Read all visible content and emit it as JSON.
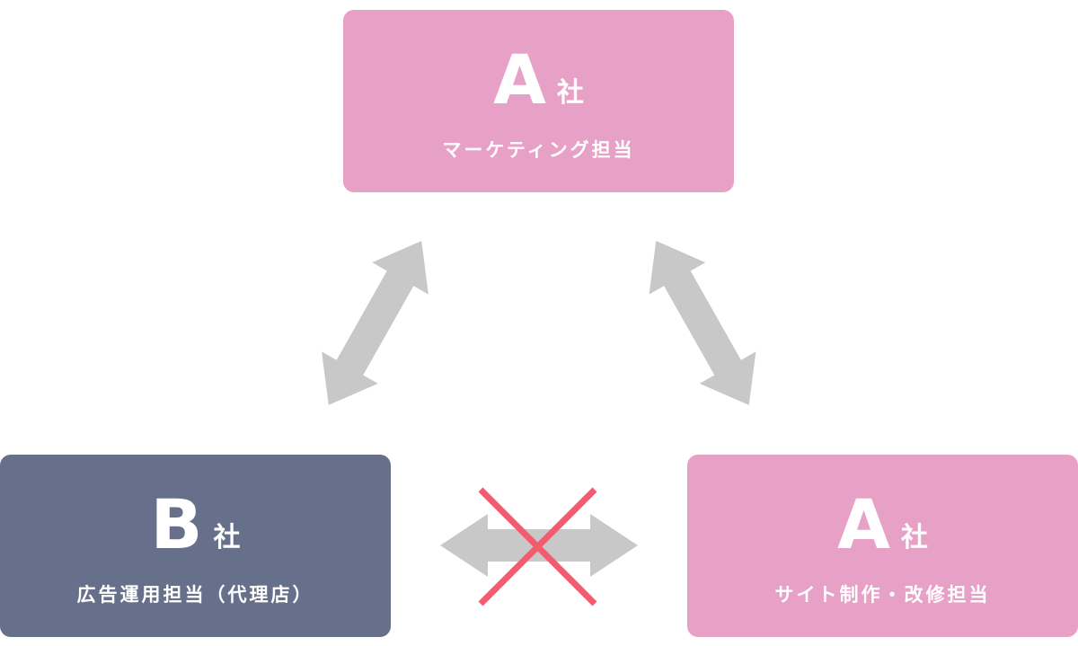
{
  "colors": {
    "pink": "#e8a1c6",
    "navy": "#67708a",
    "arrow": "#c8c8c8",
    "cross": "#f25c6e",
    "text": "#ffffff"
  },
  "boxes": {
    "top": {
      "letter": "A",
      "suffix": "社",
      "role": "マーケティング担当"
    },
    "left": {
      "letter": "B",
      "suffix": "社",
      "role": "広告運用担当（代理店）"
    },
    "right": {
      "letter": "A",
      "suffix": "社",
      "role": "サイト制作・改修担当"
    }
  },
  "relations": [
    {
      "from": "top",
      "to": "left",
      "status": "connected"
    },
    {
      "from": "top",
      "to": "right",
      "status": "connected"
    },
    {
      "from": "left",
      "to": "right",
      "status": "blocked"
    }
  ]
}
